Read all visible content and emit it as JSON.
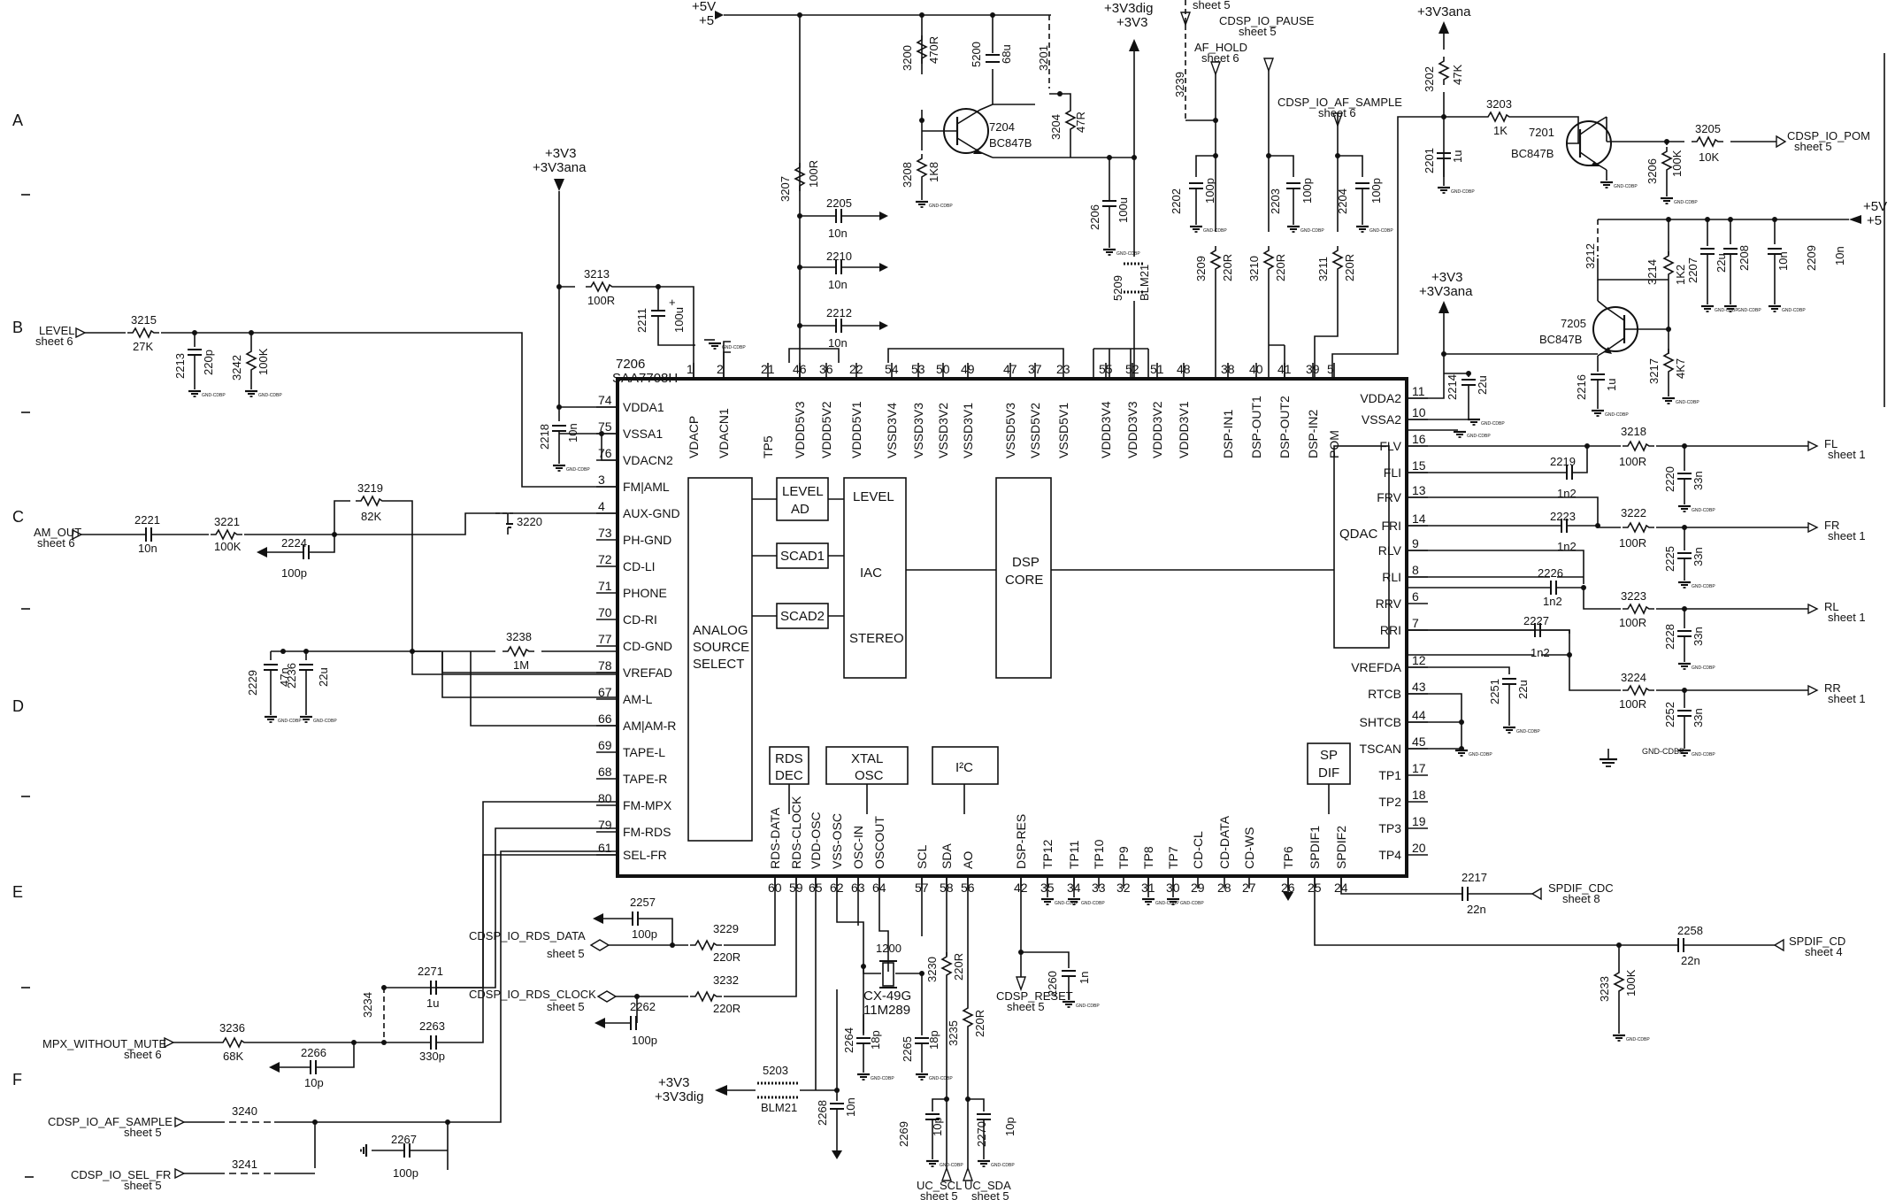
{
  "row_labels": [
    "A",
    "B",
    "C",
    "D",
    "E",
    "F"
  ],
  "ic": {
    "ref": "7206",
    "part": "SAA7708H",
    "left_pins": [
      {
        "num": "74",
        "name": "VDDA1"
      },
      {
        "num": "75",
        "name": "VSSA1"
      },
      {
        "num": "76",
        "name": "VDACN2"
      },
      {
        "num": "3",
        "name": "FM|AML"
      },
      {
        "num": "4",
        "name": "AUX-GND"
      },
      {
        "num": "73",
        "name": "PH-GND"
      },
      {
        "num": "72",
        "name": "CD-LI"
      },
      {
        "num": "71",
        "name": "PHONE"
      },
      {
        "num": "70",
        "name": "CD-RI"
      },
      {
        "num": "77",
        "name": "CD-GND"
      },
      {
        "num": "78",
        "name": "VREFAD"
      },
      {
        "num": "67",
        "name": "AM-L"
      },
      {
        "num": "66",
        "name": "AM|AM-R"
      },
      {
        "num": "69",
        "name": "TAPE-L"
      },
      {
        "num": "68",
        "name": "TAPE-R"
      },
      {
        "num": "80",
        "name": "FM-MPX"
      },
      {
        "num": "79",
        "name": "FM-RDS"
      },
      {
        "num": "61",
        "name": "SEL-FR"
      }
    ],
    "top_pins": [
      {
        "num": "1",
        "name": "VDACP"
      },
      {
        "num": "2",
        "name": "VDACN1"
      },
      {
        "num": "21",
        "name": "TP5"
      },
      {
        "num": "46",
        "name": "VDDD5V3"
      },
      {
        "num": "36",
        "name": "VDDD5V2"
      },
      {
        "num": "22",
        "name": "VDDD5V1"
      },
      {
        "num": "54",
        "name": "VSSD3V4"
      },
      {
        "num": "53",
        "name": "VSSD3V3"
      },
      {
        "num": "50",
        "name": "VSSD3V2"
      },
      {
        "num": "49",
        "name": "VSSD3V1"
      },
      {
        "num": "47",
        "name": "VSSD5V3"
      },
      {
        "num": "37",
        "name": "VSSD5V2"
      },
      {
        "num": "23",
        "name": "VSSD5V1"
      },
      {
        "num": "55",
        "name": "VDDD3V4"
      },
      {
        "num": "52",
        "name": "VDDD3V3"
      },
      {
        "num": "51",
        "name": "VDDD3V2"
      },
      {
        "num": "48",
        "name": "VDDD3V1"
      },
      {
        "num": "38",
        "name": "DSP-IN1"
      },
      {
        "num": "40",
        "name": "DSP-OUT1"
      },
      {
        "num": "41",
        "name": "DSP-OUT2"
      },
      {
        "num": "39",
        "name": "DSP-IN2"
      },
      {
        "num": "5",
        "name": "POM"
      }
    ],
    "right_pins": [
      {
        "num": "11",
        "name": "VDDA2"
      },
      {
        "num": "10",
        "name": "VSSA2"
      },
      {
        "num": "16",
        "name": "FLV"
      },
      {
        "num": "15",
        "name": "FLI"
      },
      {
        "num": "13",
        "name": "FRV"
      },
      {
        "num": "14",
        "name": "FRI"
      },
      {
        "num": "9",
        "name": "RLV"
      },
      {
        "num": "8",
        "name": "RLI"
      },
      {
        "num": "6",
        "name": "RRV"
      },
      {
        "num": "7",
        "name": "RRI"
      },
      {
        "num": "12",
        "name": "VREFDA"
      },
      {
        "num": "43",
        "name": "RTCB"
      },
      {
        "num": "44",
        "name": "SHTCB"
      },
      {
        "num": "45",
        "name": "TSCAN"
      },
      {
        "num": "17",
        "name": "TP1"
      },
      {
        "num": "18",
        "name": "TP2"
      },
      {
        "num": "19",
        "name": "TP3"
      },
      {
        "num": "20",
        "name": "TP4"
      }
    ],
    "bottom_pins": [
      {
        "num": "60",
        "name": "RDS-DATA"
      },
      {
        "num": "59",
        "name": "RDS-CLOCK"
      },
      {
        "num": "65",
        "name": "VDD-OSC"
      },
      {
        "num": "62",
        "name": "VSS-OSC"
      },
      {
        "num": "63",
        "name": "OSC-IN"
      },
      {
        "num": "64",
        "name": "OSCOUT"
      },
      {
        "num": "57",
        "name": "SCL"
      },
      {
        "num": "58",
        "name": "SDA"
      },
      {
        "num": "56",
        "name": "AO"
      },
      {
        "num": "42",
        "name": "DSP-RES"
      },
      {
        "num": "35",
        "name": "TP12"
      },
      {
        "num": "34",
        "name": "TP11"
      },
      {
        "num": "33",
        "name": "TP10"
      },
      {
        "num": "32",
        "name": "TP9"
      },
      {
        "num": "31",
        "name": "TP8"
      },
      {
        "num": "30",
        "name": "TP7"
      },
      {
        "num": "29",
        "name": "CD-CL"
      },
      {
        "num": "28",
        "name": "CD-DATA"
      },
      {
        "num": "27",
        "name": "CD-WS"
      },
      {
        "num": "26",
        "name": "TP6"
      },
      {
        "num": "25",
        "name": "SPDIF1"
      },
      {
        "num": "24",
        "name": "SPDIF2"
      }
    ],
    "blocks": {
      "analog_source_select": [
        "ANALOG",
        "SOURCE",
        "SELECT"
      ],
      "level_ad": [
        "LEVEL",
        "AD"
      ],
      "scad1": "SCAD1",
      "scad2": "SCAD2",
      "iac": [
        "LEVEL",
        "IAC",
        "STEREO"
      ],
      "dsp_core": [
        "DSP",
        "CORE"
      ],
      "qdac": "QDAC",
      "rds_dec": [
        "RDS",
        "DEC"
      ],
      "xtal_osc": [
        "XTAL",
        "OSC"
      ],
      "i2c": "I²C",
      "sp_dif": [
        "SP",
        "DIF"
      ]
    }
  },
  "transistors": [
    {
      "ref": "7204",
      "part": "BC847B"
    },
    {
      "ref": "7201",
      "part": "BC847B"
    },
    {
      "ref": "7205",
      "part": "BC847B"
    }
  ],
  "power": {
    "p5v": [
      "+5V",
      "+5"
    ],
    "p3v3dig_top": [
      "+3V3dig",
      "+3V3"
    ],
    "p3v3ana_top": [
      "+3V3ana"
    ],
    "p3v3ana_left": [
      "+3V3",
      "+3V3ana"
    ],
    "p3v3ana_right": [
      "+3V3",
      "+3V3ana"
    ],
    "p5v_right": [
      "+5V",
      "+5"
    ],
    "p3v3dig_bottom": [
      "+3V3",
      "+3V3dig"
    ]
  },
  "components": {
    "r3200": [
      "3200",
      "470R"
    ],
    "c5200": [
      "5200",
      "68u"
    ],
    "r3201": "3201",
    "r3204": [
      "3204",
      "47R"
    ],
    "r3208": [
      "3208",
      "1K8"
    ],
    "r3207": [
      "3207",
      "100R"
    ],
    "c2205": [
      "2205",
      "10n"
    ],
    "c2210": [
      "2210",
      "10n"
    ],
    "c2212": [
      "2212",
      "10n"
    ],
    "c2206": [
      "2206",
      "100u"
    ],
    "l5209": [
      "5209",
      "BLM21"
    ],
    "r3239": "3239",
    "c2202": [
      "2202",
      "100p"
    ],
    "r3209": [
      "3209",
      "220R"
    ],
    "c2203": [
      "2203",
      "100p"
    ],
    "r3210": [
      "3210",
      "220R"
    ],
    "c2204": [
      "2204",
      "100p"
    ],
    "r3211": [
      "3211",
      "220R"
    ],
    "r3202": [
      "3202",
      "47K"
    ],
    "c2201": [
      "2201",
      "1u"
    ],
    "r3203": [
      "3203",
      "1K"
    ],
    "r3205": [
      "3205",
      "10K"
    ],
    "r3206": [
      "3206",
      "100K"
    ],
    "r3212": "3212",
    "r3214": [
      "3214",
      "1K2"
    ],
    "c2207": [
      "2207",
      "22u"
    ],
    "c2208": [
      "2208",
      "10n"
    ],
    "c2209": [
      "2209",
      "10n"
    ],
    "r3217": [
      "3217",
      "4K7"
    ],
    "c2214": [
      "2214",
      "22u"
    ],
    "c2216": [
      "2216",
      "1u"
    ],
    "r3213": [
      "3213",
      "100R"
    ],
    "c2211": [
      "2211",
      "100u"
    ],
    "r3215": [
      "3215",
      "27K"
    ],
    "c2213": [
      "2213",
      "220p"
    ],
    "r3242": [
      "3242",
      "100K"
    ],
    "c2218": [
      "2218",
      "10n"
    ],
    "c2221": [
      "2221",
      "10n"
    ],
    "r3221": [
      "3221",
      "100K"
    ],
    "c2224": [
      "2224",
      "100p"
    ],
    "r3219": [
      "3219",
      "82K"
    ],
    "r3220": "3220",
    "r3238": [
      "3238",
      "1M"
    ],
    "c2229": [
      "2229",
      "47n"
    ],
    "c2236": [
      "2236",
      "22u"
    ],
    "r3218": [
      "3218",
      "100R"
    ],
    "c2219": [
      "2219",
      "1n2"
    ],
    "c2220": [
      "2220",
      "33n"
    ],
    "r3222": [
      "3222",
      "100R"
    ],
    "c2223": [
      "2223",
      "1n2"
    ],
    "c2225": [
      "2225",
      "33n"
    ],
    "c2226": [
      "2226",
      "1n2"
    ],
    "r3223": [
      "3223",
      "100R"
    ],
    "c2228": [
      "2228",
      "33n"
    ],
    "c2227": [
      "2227",
      "1n2"
    ],
    "r3224": [
      "3224",
      "100R"
    ],
    "c2252": [
      "2252",
      "33n"
    ],
    "c2251": [
      "2251",
      "22u"
    ],
    "c2257": [
      "2257",
      "100p"
    ],
    "r3229": [
      "3229",
      "220R"
    ],
    "c2262": [
      "2262",
      "100p"
    ],
    "r3232": [
      "3232",
      "220R"
    ],
    "c2271": [
      "2271",
      "1u"
    ],
    "r3234": "3234",
    "c2263": [
      "2263",
      "330p"
    ],
    "r3236": [
      "3236",
      "68K"
    ],
    "c2266": [
      "2266",
      "10p"
    ],
    "r3240": "3240",
    "r3241": "3241",
    "c2267": [
      "2267",
      "100p"
    ],
    "xtal1200": [
      "1200",
      "CX-49G",
      "11M289"
    ],
    "r3230": [
      "3230",
      "220R"
    ],
    "r3235": [
      "3235",
      "220R"
    ],
    "c2264": [
      "2264",
      "18p"
    ],
    "c2265": [
      "2265",
      "18p"
    ],
    "c2268": [
      "2268",
      "10n"
    ],
    "c2269": [
      "2269",
      "10p"
    ],
    "c2270": [
      "2270",
      "10p"
    ],
    "l5203": [
      "5203",
      "BLM21"
    ],
    "c2260": [
      "2260",
      "1n"
    ],
    "c2217": [
      "2217",
      "22n"
    ],
    "c2258": [
      "2258",
      "22n"
    ],
    "r3233": [
      "3233",
      "100K"
    ]
  },
  "signals": {
    "level": [
      "LEVEL",
      "sheet 6"
    ],
    "am_out": [
      "AM_OUT",
      "sheet 6"
    ],
    "fl": [
      "FL",
      "sheet 1"
    ],
    "fr": [
      "FR",
      "sheet 1"
    ],
    "rl": [
      "RL",
      "sheet 1"
    ],
    "rr": [
      "RR",
      "sheet 1"
    ],
    "cdsp_io_pom": [
      "CDSP_IO_POM",
      "sheet 5"
    ],
    "cdsp_io_pause": [
      "CDSP_IO_PAUSE",
      "sheet 5"
    ],
    "af_hold": [
      "AF_HOLD",
      "sheet 6"
    ],
    "cdsp_io_af_sample_top": [
      "CDSP_IO_AF_SAMPLE",
      "sheet 6"
    ],
    "sheet5_top": "sheet 5",
    "rds_data": [
      "CDSP_IO_RDS_DATA",
      "sheet 5"
    ],
    "rds_clock": [
      "CDSP_IO_RDS_CLOCK",
      "sheet 5"
    ],
    "mpx": [
      "MPX_WITHOUT_MUTE",
      "sheet 6"
    ],
    "af_sample": [
      "CDSP_IO_AF_SAMPLE",
      "sheet 5"
    ],
    "sel_fr": [
      "CDSP_IO_SEL_FR",
      "sheet 5"
    ],
    "spdif_cdc": [
      "SPDIF_CDC",
      "sheet 8"
    ],
    "spdif_cd": [
      "SPDIF_CD",
      "sheet 4"
    ],
    "dsp_reset": [
      "CDSP_RESET",
      "sheet 5"
    ],
    "uc_scl": [
      "UC_SCL",
      "sheet 5"
    ],
    "uc_sda": [
      "UC_SDA",
      "sheet 5"
    ],
    "gnd_cdbp": "GND-CDBP",
    "gnd_small": "GND-CDBP"
  }
}
